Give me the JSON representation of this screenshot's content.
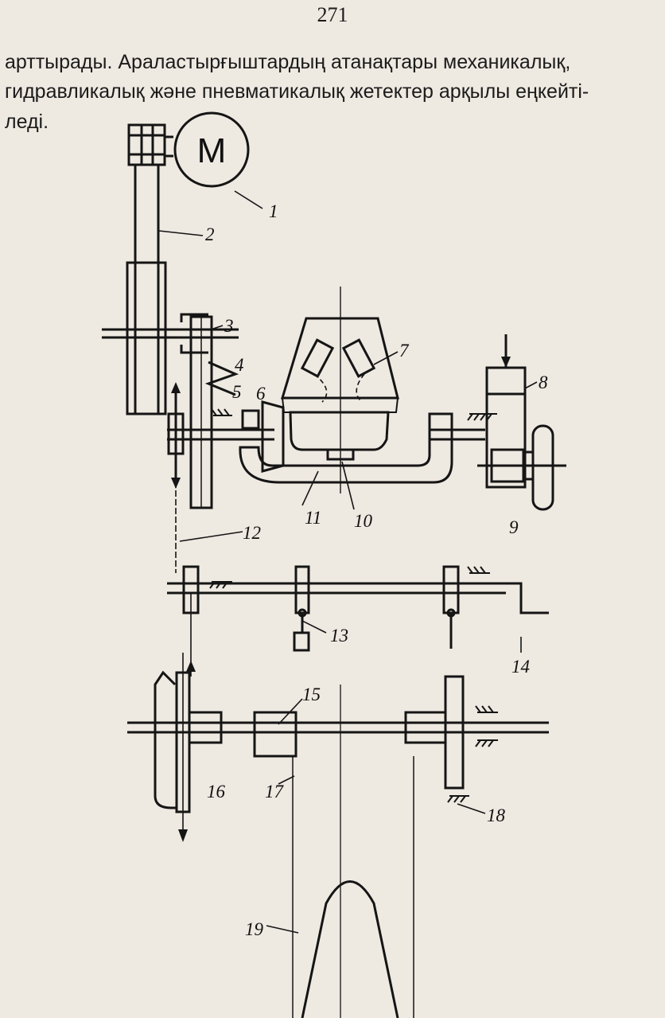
{
  "page_number": "271",
  "paragraph_lines": [
    "арттырады. Араластырғыштардың   атанақтары механикалық,",
    "гидравликалық және пневматикалық жетектер арқылы еңкейті-",
    "леді."
  ],
  "figure": {
    "motor_symbol": "M",
    "labels": [
      "1",
      "2",
      "3",
      "4",
      "5",
      "6",
      "7",
      "8",
      "9",
      "10",
      "11",
      "12",
      "13",
      "14",
      "15",
      "16",
      "17",
      "18",
      "19"
    ]
  }
}
